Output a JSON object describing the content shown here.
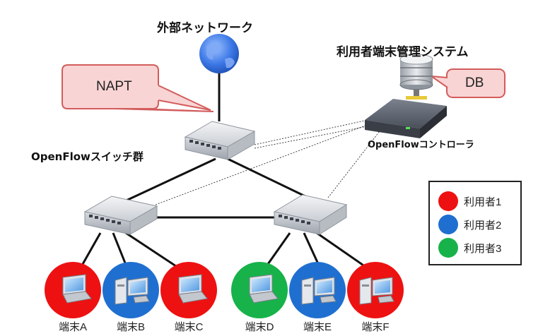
{
  "external_network": "外部ネットワーク",
  "management_system": "利用者端末管理システム",
  "db_label": "DB",
  "napt_label": "NAPT",
  "controller_label": "OpenFlowコントローラ",
  "switch_group_label": "OpenFlowスイッチ群",
  "legend": [
    {
      "label": "利用者1",
      "color": "#ee1111"
    },
    {
      "label": "利用者2",
      "color": "#1f6fd0"
    },
    {
      "label": "利用者3",
      "color": "#17b24a"
    }
  ],
  "terminals": [
    {
      "label": "端末A",
      "user": 1,
      "device": "laptop-icon"
    },
    {
      "label": "端末B",
      "user": 2,
      "device": "desktop-icon"
    },
    {
      "label": "端末C",
      "user": 1,
      "device": "laptop-icon"
    },
    {
      "label": "端末D",
      "user": 3,
      "device": "laptop-icon"
    },
    {
      "label": "端末E",
      "user": 2,
      "device": "desktop-icon"
    },
    {
      "label": "端末F",
      "user": 1,
      "device": "desktop-icon"
    }
  ]
}
